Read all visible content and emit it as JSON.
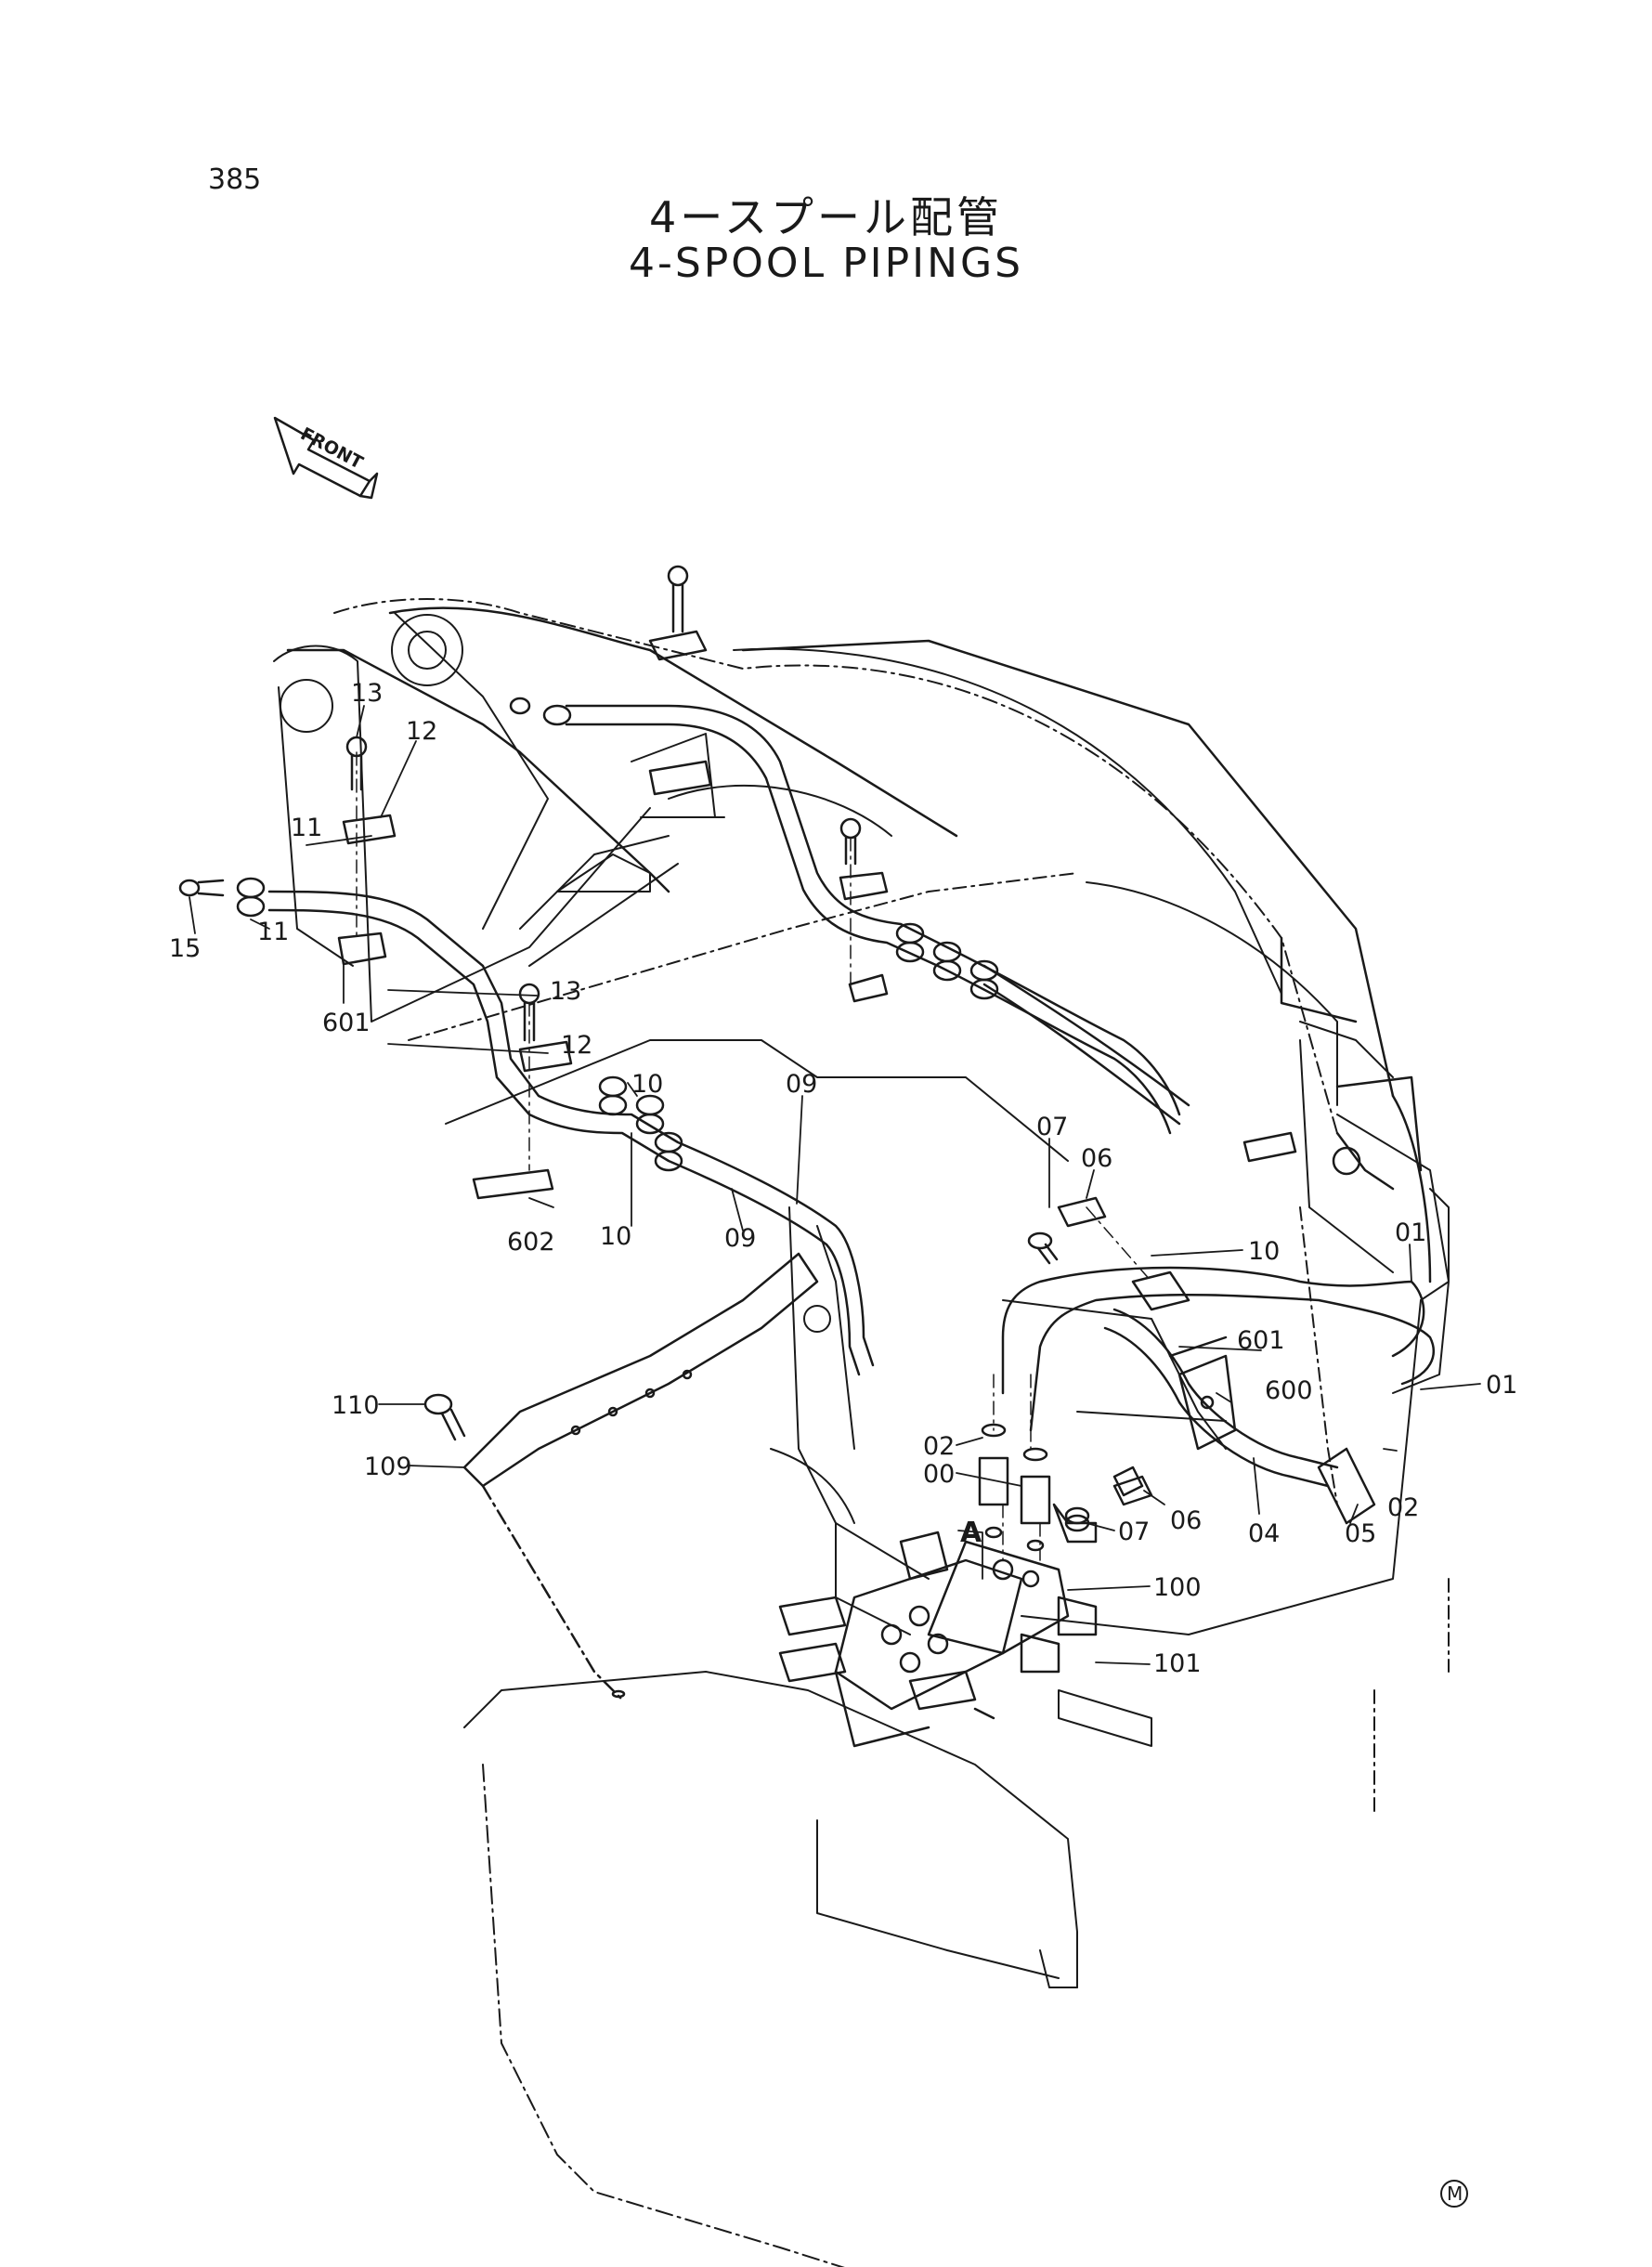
{
  "page_number": "385",
  "title_jp": "4ースプール配管",
  "title_en": "4-SPOOL PIPINGS",
  "front_label": "FRONT",
  "detail_marker": "A",
  "corner_mark": "M",
  "labels": {
    "l13a": "13",
    "l12a": "12",
    "l11a": "11",
    "l11b": "11",
    "l15": "15",
    "l601a": "601",
    "l13b": "13",
    "l12b": "12",
    "l10a": "10",
    "l09a": "09",
    "l602": "602",
    "l10b": "10",
    "l09b": "09",
    "l07a": "07",
    "l06a": "06",
    "l10c": "10",
    "l01a": "01",
    "l601b": "601",
    "l01b": "01",
    "l600": "600",
    "l110": "110",
    "l109": "109",
    "l02a": "02",
    "l00": "00",
    "l02b": "02",
    "l07b": "07",
    "l06b": "06",
    "l04": "04",
    "l05": "05",
    "l100": "100",
    "l101": "101"
  },
  "colors": {
    "line": "#1a1a1a",
    "paper": "#ffffff"
  }
}
